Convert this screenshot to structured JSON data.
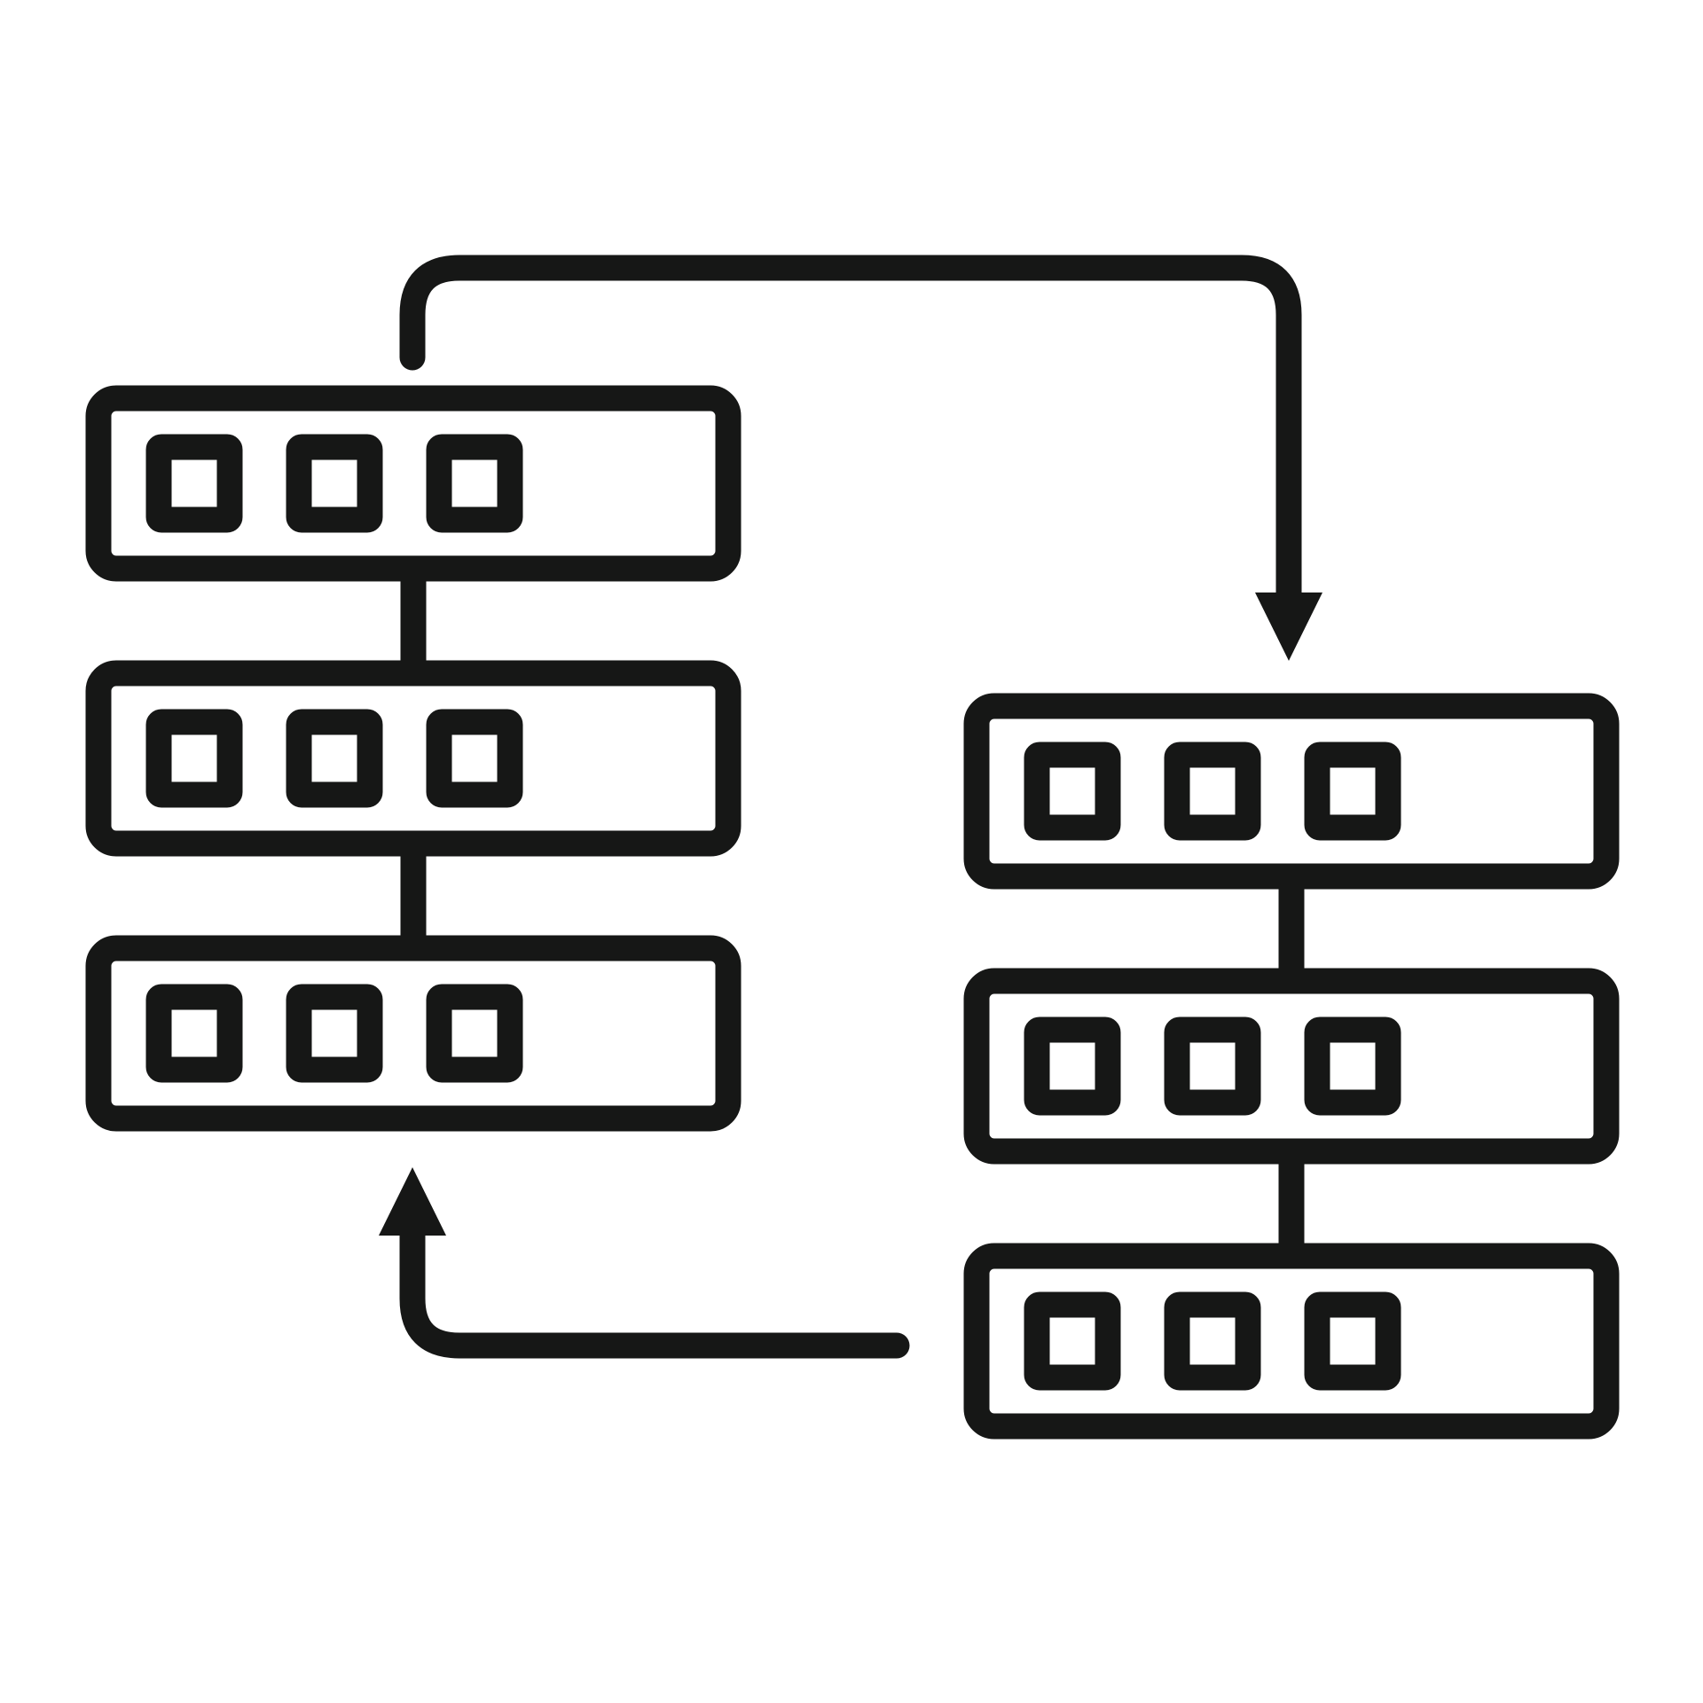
{
  "colors": {
    "line": "#161716",
    "background": "#ffffff"
  },
  "icon": "server-data-transfer-icon",
  "groups": [
    {
      "name": "left-server-stack",
      "units": [
        {
          "name": "server-unit",
          "slots": 3
        },
        {
          "name": "server-unit",
          "slots": 3
        },
        {
          "name": "server-unit",
          "slots": 3
        }
      ]
    },
    {
      "name": "right-server-stack",
      "units": [
        {
          "name": "server-unit",
          "slots": 3
        },
        {
          "name": "server-unit",
          "slots": 3
        },
        {
          "name": "server-unit",
          "slots": 3
        }
      ]
    }
  ],
  "arrows": [
    {
      "name": "transfer-arrow-left-to-right",
      "from": "left-server-stack",
      "to": "right-server-stack"
    },
    {
      "name": "transfer-arrow-right-to-left",
      "from": "right-server-stack",
      "to": "left-server-stack"
    }
  ]
}
